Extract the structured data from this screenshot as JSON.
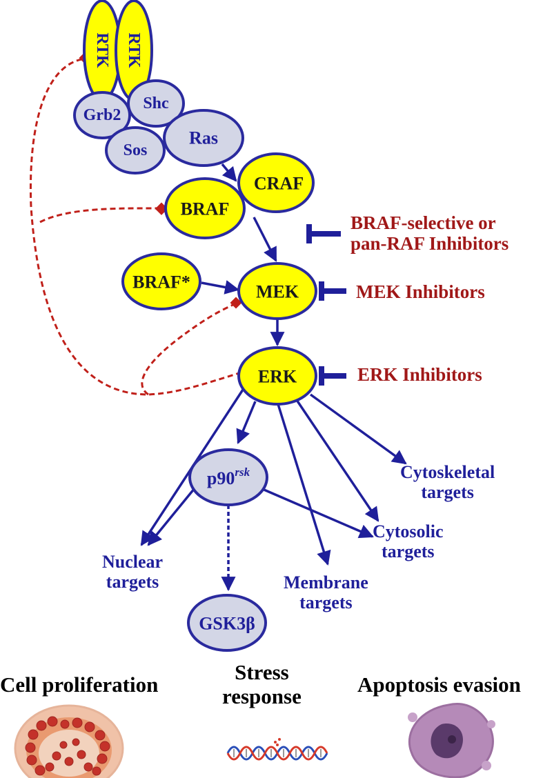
{
  "nodes": {
    "rtk1": "RTK",
    "rtk2": "RTK",
    "grb2": "Grb2",
    "shc": "Shc",
    "sos": "Sos",
    "ras": "Ras",
    "craf": "CRAF",
    "braf": "BRAF",
    "braf_mut": "BRAF*",
    "mek": "MEK",
    "erk": "ERK",
    "p90_base": "p90",
    "p90_sup": "rsk",
    "gsk3b": "GSK3β"
  },
  "inhibitors": {
    "raf_line1": "BRAF-selective or",
    "raf_line2": "pan-RAF Inhibitors",
    "mek": "MEK Inhibitors",
    "erk": "ERK Inhibitors"
  },
  "targets": {
    "cytoskeletal_line1": "Cytoskeletal",
    "cytoskeletal_line2": "targets",
    "cytosolic_line1": "Cytosolic",
    "cytosolic_line2": "targets",
    "nuclear_line1": "Nuclear",
    "nuclear_line2": "targets",
    "membrane_line1": "Membrane",
    "membrane_line2": "targets"
  },
  "outcomes": {
    "proliferation": "Cell proliferation",
    "stress_line1": "Stress",
    "stress_line2": "response",
    "apoptosis": "Apoptosis evasion"
  },
  "colors": {
    "activated_fill": "#ffff00",
    "inactive_fill": "#d3d6e6",
    "outline": "#2a2a9e",
    "arrow": "#1f1f9a",
    "feedback": "#c0201a",
    "inhibitor_text": "#a01818"
  }
}
